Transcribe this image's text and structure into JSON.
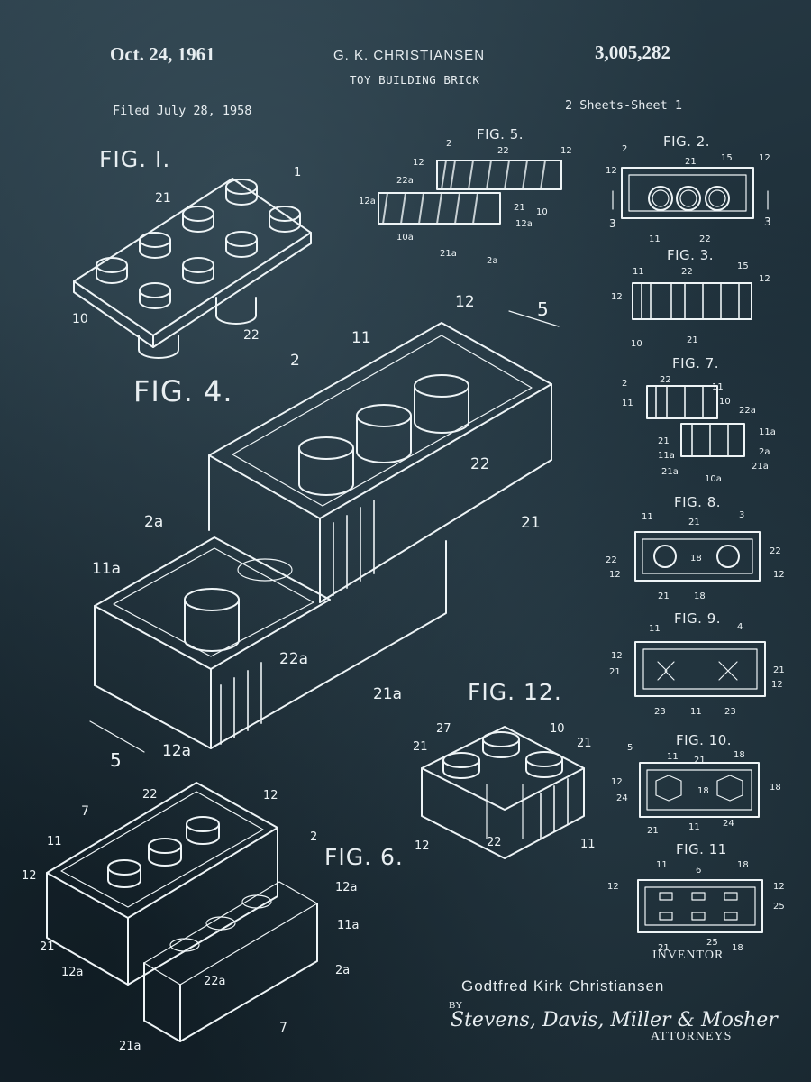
{
  "header": {
    "date": "Oct. 24, 1961",
    "inventor": "G. K. CHRISTIANSEN",
    "patent_number": "3,005,282",
    "title": "TOY BUILDING BRICK",
    "filed": "Filed July 28, 1958",
    "sheets": "2 Sheets-Sheet 1"
  },
  "figures": {
    "fig1": "FIG. I.",
    "fig2": "FIG. 2.",
    "fig3": "FIG. 3.",
    "fig4": "FIG. 4.",
    "fig5": "FIG. 5.",
    "fig6": "FIG. 6.",
    "fig7": "FIG. 7.",
    "fig8": "FIG. 8.",
    "fig9": "FIG. 9.",
    "fig10": "FIG. 10.",
    "fig11": "FIG. 11",
    "fig12": "FIG. 12."
  },
  "footer": {
    "inventor_label": "INVENTOR",
    "inventor_name": "Godtfred Kirk Christiansen",
    "by": "BY",
    "attorneys_signature": "Stevens, Davis, Miller & Mosher",
    "attorneys_label": "ATTORNEYS"
  },
  "colors": {
    "background": "#1b2a33",
    "ink": "#eef4f6"
  }
}
